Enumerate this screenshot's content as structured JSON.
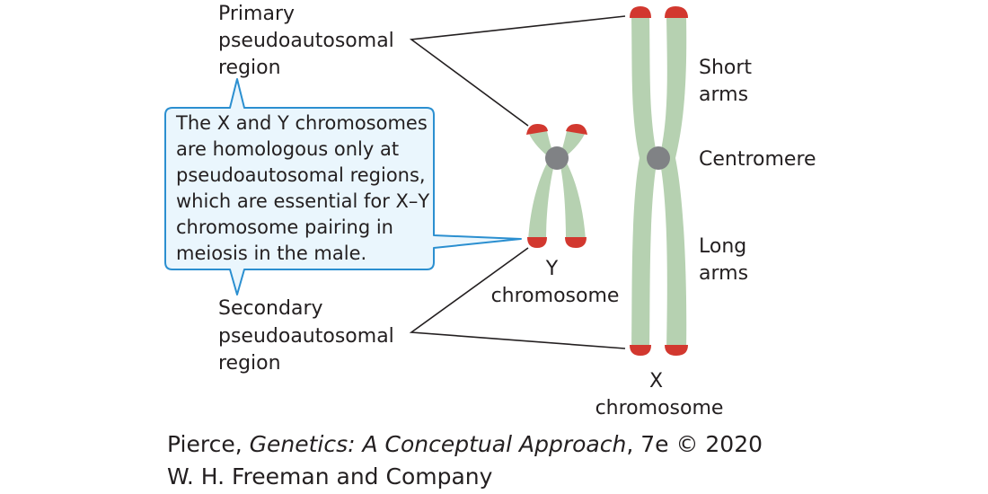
{
  "labels": {
    "primary": [
      "Primary",
      "pseudoautosomal",
      "region"
    ],
    "secondary": [
      "Secondary",
      "pseudoautosomal",
      "region"
    ],
    "short_arms": [
      "Short",
      "arms"
    ],
    "centromere": "Centromere",
    "long_arms": [
      "Long",
      "arms"
    ],
    "y_chromosome": [
      "Y",
      "chromosome"
    ],
    "x_chromosome": [
      "X",
      "chromosome"
    ]
  },
  "callout": {
    "lines": [
      "The X and Y chromosomes",
      "are homologous only at",
      "pseudoautosomal regions,",
      "which are essential for X–Y",
      "chromosome pairing in",
      "meiosis in the male."
    ]
  },
  "credit": {
    "author": "Pierce, ",
    "book": "Genetics: A Conceptual Approach",
    "edition": ", 7e © 2020",
    "publisher": "W. H. Freeman and Company"
  },
  "colors": {
    "chromatid": "#b6d1b1",
    "telomere_region": "#d2382f",
    "centromere": "#808285",
    "callout_border": "#2b8fd0",
    "callout_fill": "#eaf6fd"
  }
}
